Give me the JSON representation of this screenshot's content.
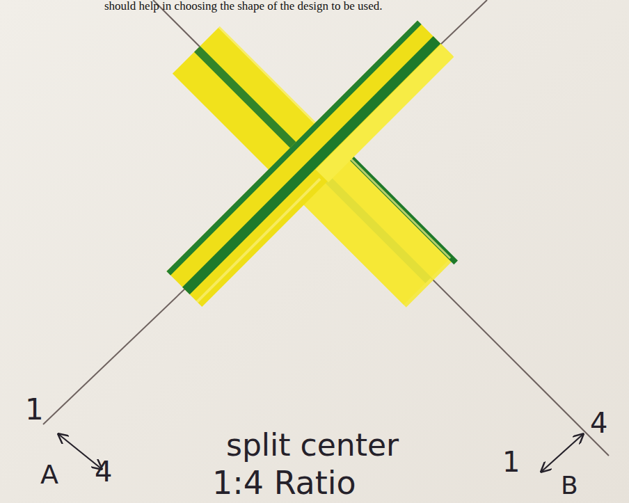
{
  "diagram": {
    "labels": [
      "should help in choosing the shape of the design to be used.",
      "1",
      "A",
      "4",
      "split center",
      "1:4 Ratio",
      "1",
      "4",
      "B"
    ]
  }
}
